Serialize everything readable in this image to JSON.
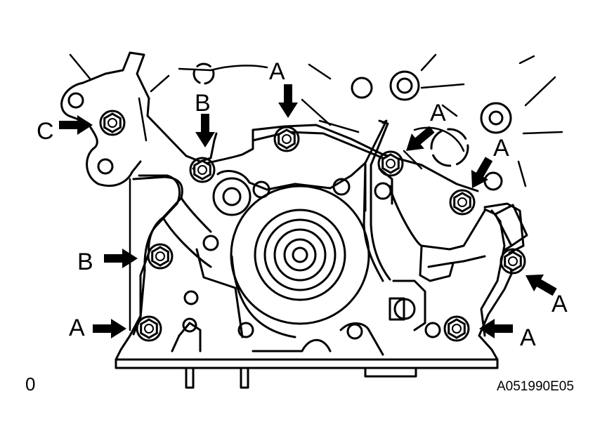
{
  "figure": {
    "corner_mark": "0",
    "figure_code": "A051990E05"
  },
  "callouts": [
    {
      "id": "c1",
      "letter": "A"
    },
    {
      "id": "c2",
      "letter": "B"
    },
    {
      "id": "c3",
      "letter": "C"
    },
    {
      "id": "c4",
      "letter": "A"
    },
    {
      "id": "c5",
      "letter": "A"
    },
    {
      "id": "c6",
      "letter": "B"
    },
    {
      "id": "c7",
      "letter": "A"
    },
    {
      "id": "c8",
      "letter": "A"
    },
    {
      "id": "c9",
      "letter": "A"
    }
  ],
  "colors": {
    "ink": "#000000",
    "paper": "#ffffff"
  }
}
